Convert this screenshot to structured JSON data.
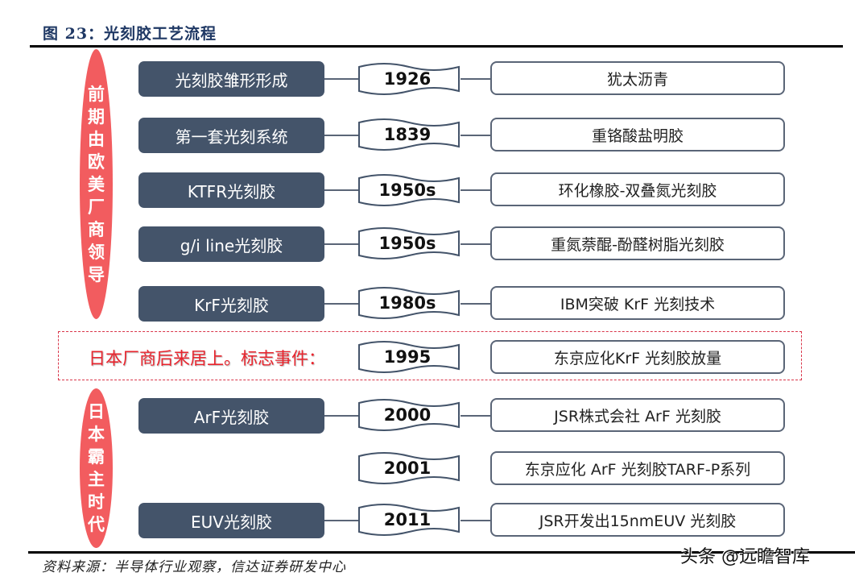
{
  "header": {
    "title": "图 23：光刻胶工艺流程"
  },
  "eras": [
    {
      "label": [
        "前",
        "期",
        "由",
        "欧",
        "美",
        "厂",
        "商",
        "领",
        "导"
      ],
      "color": "#F25C5F"
    },
    {
      "label": [
        "日",
        "本",
        "霸",
        "主",
        "时",
        "代"
      ],
      "color": "#F25C5F"
    }
  ],
  "japan_band": {
    "label": "日本厂商后来居上。标志事件：",
    "color": "#E8242D"
  },
  "rows": [
    {
      "product": "光刻胶雏形形成",
      "year": "1926",
      "desc": "犹太沥青"
    },
    {
      "product": "第一套光刻系统",
      "year": "1839",
      "desc": "重铬酸盐明胶"
    },
    {
      "product": "KTFR光刻胶",
      "year": "1950s",
      "desc": "环化橡胶-双叠氮光刻胶"
    },
    {
      "product": "g/i line光刻胶",
      "year": "1950s",
      "desc": "重氮萘醌-酚醛树脂光刻胶"
    },
    {
      "product": "KrF光刻胶",
      "year": "1980s",
      "desc": "IBM突破 KrF 光刻技术"
    },
    {
      "product": "",
      "year": "1995",
      "desc": "东京应化KrF 光刻胶放量"
    },
    {
      "product": "ArF光刻胶",
      "year": "2000",
      "desc": "JSR株式会社  ArF 光刻胶"
    },
    {
      "product": "",
      "year": "2001",
      "desc": "东京应化 ArF 光刻胶TARF-P系列"
    },
    {
      "product": "EUV光刻胶",
      "year": "2011",
      "desc": "JSR开发出15nmEUV 光刻胶"
    }
  ],
  "colors": {
    "dark_box": "#44546A",
    "ellipse": "#F25C5F",
    "connector": "#5A6577",
    "title": "#1F3864"
  },
  "footer": {
    "source": "资料来源：半导体行业观察，信达证券研发中心",
    "watermark": "头条 @远瞻智库"
  }
}
